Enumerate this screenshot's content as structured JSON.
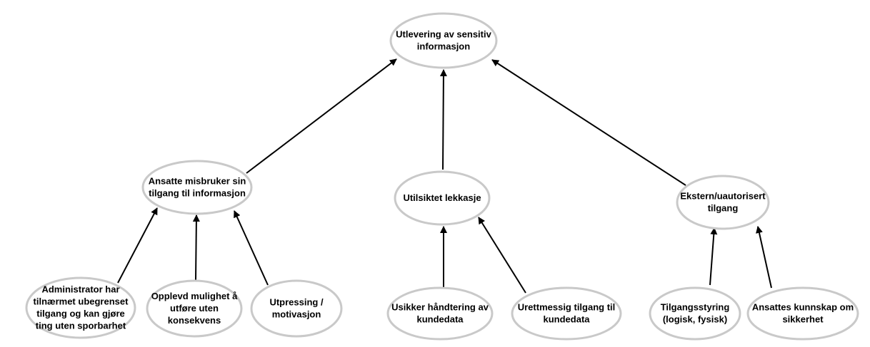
{
  "nodes": [
    {
      "id": "root",
      "lines": [
        "Utlevering av sensitiv",
        "informasjon"
      ]
    },
    {
      "id": "misuse",
      "lines": [
        "Ansatte misbruker sin",
        "tilgang til informasjon"
      ]
    },
    {
      "id": "leak",
      "lines": [
        "Utilsiktet lekkasje"
      ]
    },
    {
      "id": "external",
      "lines": [
        "Ekstern/uautorisert",
        "tilgang"
      ]
    },
    {
      "id": "admin",
      "lines": [
        "Administrator har",
        "tilnærmet ubegrenset",
        "tilgang og kan gjøre",
        "ting uten sporbarhet"
      ]
    },
    {
      "id": "opportunity",
      "lines": [
        "Opplevd mulighet å",
        "utføre uten",
        "konsekvens"
      ]
    },
    {
      "id": "blackmail",
      "lines": [
        "Utpressing /",
        "motivasjon"
      ]
    },
    {
      "id": "handling",
      "lines": [
        "Usikker håndtering av",
        "kundedata"
      ]
    },
    {
      "id": "unauthorized",
      "lines": [
        "Urettmessig tilgang til",
        "kundedata"
      ]
    },
    {
      "id": "accesscontrol",
      "lines": [
        "Tilgangsstyring",
        "(logisk, fysisk)"
      ]
    },
    {
      "id": "knowledge",
      "lines": [
        "Ansattes kunnskap om",
        "sikkerhet"
      ]
    }
  ],
  "edges": [
    {
      "from": "misuse",
      "to": "root"
    },
    {
      "from": "leak",
      "to": "root"
    },
    {
      "from": "external",
      "to": "root"
    },
    {
      "from": "admin",
      "to": "misuse"
    },
    {
      "from": "opportunity",
      "to": "misuse"
    },
    {
      "from": "blackmail",
      "to": "misuse"
    },
    {
      "from": "handling",
      "to": "leak"
    },
    {
      "from": "unauthorized",
      "to": "leak"
    },
    {
      "from": "accesscontrol",
      "to": "external"
    },
    {
      "from": "knowledge",
      "to": "external"
    }
  ],
  "colors": {
    "node_border": "#c9c9c9",
    "node_fill": "#ffffff",
    "arrow": "#000000",
    "text": "#000000"
  }
}
